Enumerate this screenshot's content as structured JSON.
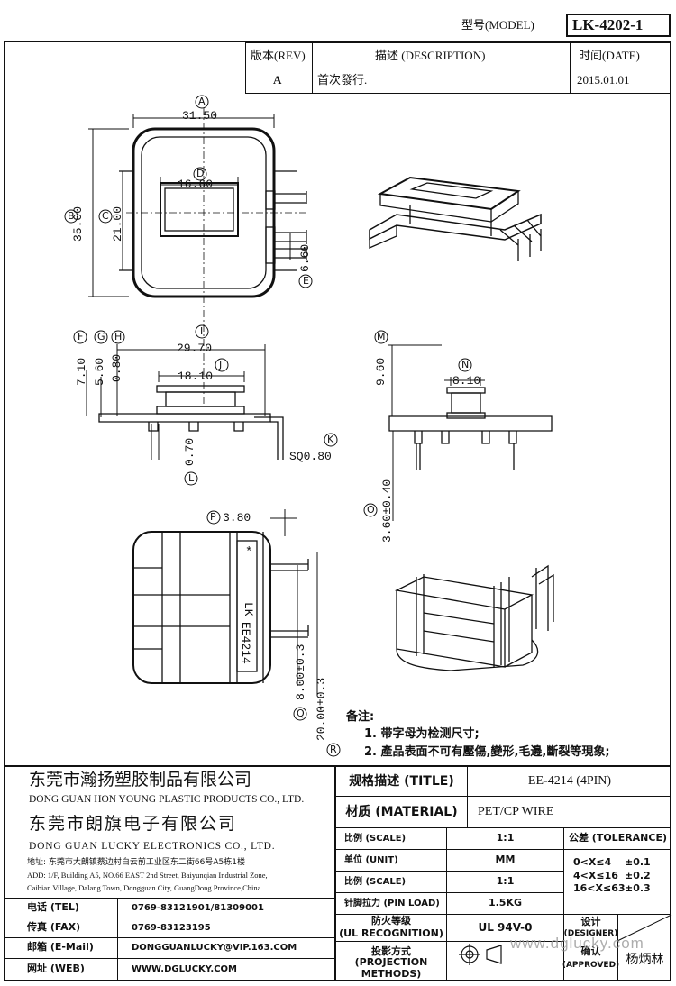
{
  "header": {
    "model_label": "型号(MODEL)",
    "model_value": "LK-4202-1",
    "rev_label": "版本(REV)",
    "desc_label": "描述 (DESCRIPTION)",
    "date_label": "时间(DATE)",
    "rev_value": "A",
    "desc_value": "首次發行.",
    "date_value": "2015.01.01"
  },
  "dimensions": {
    "A": "31.50",
    "B": "35.00",
    "C": "21.00",
    "D": "16.60",
    "E": "6.60",
    "F": "7.10",
    "G": "5.60",
    "H": "0.80",
    "I": "29.70",
    "J": "18.10",
    "K": "SQ0.80",
    "L": "0.70",
    "M": "9.60",
    "N": "8.10",
    "O": "3.60±0.40",
    "P": "3.80",
    "Q": "8.00±0.3",
    "R": "20.00±0.3"
  },
  "dimension_letters": [
    "A",
    "B",
    "C",
    "D",
    "E",
    "F",
    "G",
    "H",
    "I",
    "J",
    "K",
    "L",
    "M",
    "N",
    "O",
    "P",
    "Q",
    "R"
  ],
  "part_marking": {
    "brand": "LK",
    "part_no": "EE4214",
    "pin1_mark": "*"
  },
  "notes": {
    "title": "备注:",
    "line1": "1. 带字母为检测尺寸;",
    "line2": "2. 產品表面不可有壓傷,變形,毛邊,斷裂等現象;"
  },
  "company": {
    "name1_cn": "东莞市瀚扬塑胶制品有限公司",
    "name1_en": "DONG GUAN HON YOUNG PLASTIC PRODUCTS CO., LTD.",
    "name2_cn": "东莞市朗旗电子有限公司",
    "name2_en": "DONG GUAN LUCKY ELECTRONICS CO., LTD.",
    "address_cn": "地址: 东莞市大朗镇蔡边村白云前工业区东二街66号A5栋1楼",
    "address_en1": "ADD: 1/F, Building A5, NO.66 EAST 2nd Street, Baiyunqian Industrial Zone,",
    "address_en2": "Caibian Village, Dalang Town, Dongguan City, GuangDong Province,China"
  },
  "contact": {
    "tel_label": "电话 (TEL)",
    "tel_value": "0769-83121901/81309001",
    "fax_label": "传真 (FAX)",
    "fax_value": "0769-83123195",
    "mail_label": "邮箱 (E-Mail)",
    "mail_value": "DONGGUANLUCKY@VIP.163.COM",
    "web_label": "网址 (WEB)",
    "web_value": "WWW.DGLUCKY.COM"
  },
  "spec": {
    "title_label": "规格描述 (TITLE)",
    "title_value": "EE-4214 (4PIN)",
    "material_label": "材质 (MATERIAL)",
    "material_value": "PET/CP WIRE",
    "scale_label": "比例 (SCALE)",
    "scale_value": "1:1",
    "unit_label": "单位 (UNIT)",
    "unit_value": "MM",
    "scale2_label": "比例 (SCALE)",
    "scale2_value": "1:1",
    "pinload_label": "针脚拉力 (PIN LOAD)",
    "pinload_value": "1.5KG",
    "fire_label_cn": "防火等级",
    "fire_label_en": "(UL RECOGNITION)",
    "fire_value": "UL 94V-0",
    "proj_label_cn": "投影方式",
    "proj_label_en": "(PROJECTION METHODS)",
    "tol_label": "公差 (TOLERANCE)",
    "tol1": "0<X≤4",
    "tol1v": "±0.1",
    "tol2": "4<X≤16",
    "tol2v": "±0.2",
    "tol3": "16<X≤63",
    "tol3v": "±0.3",
    "designer_cn": "设计",
    "designer_en": "(DESIGNER)",
    "approved_cn": "确认",
    "approved_en": "(APPROVED)",
    "approver_name": "杨炳林",
    "watermark": "www.dglucky.com"
  }
}
